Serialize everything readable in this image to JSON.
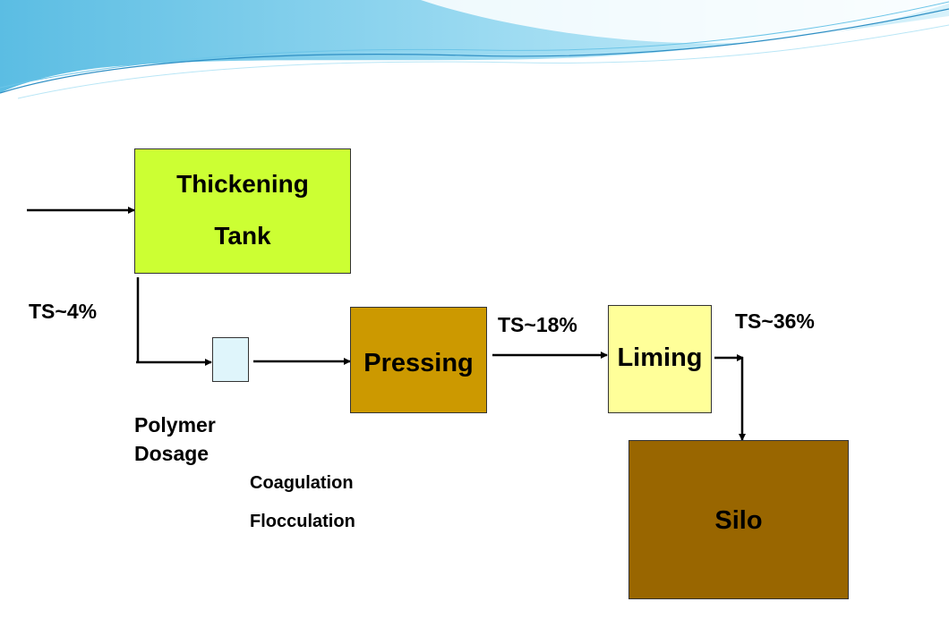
{
  "nodes": {
    "thickening_tank": {
      "line1": "Thickening",
      "line2": "Tank",
      "fill": "#ccff33"
    },
    "polymer_mixer": {
      "fill": "#dff5fb"
    },
    "pressing": {
      "label": "Pressing",
      "fill": "#cc9900"
    },
    "liming": {
      "label": "Liming",
      "fill": "#ffff99"
    },
    "silo": {
      "label": "Silo",
      "fill": "#996600"
    }
  },
  "labels": {
    "ts_inlet": "TS~4%",
    "ts_after_pressing": "TS~18%",
    "ts_after_liming": "TS~36%",
    "polymer_line1": "Polymer",
    "polymer_line2": "Dosage",
    "coagulation": "Coagulation",
    "flocculation": "Flocculation"
  },
  "colors": {
    "banner_dark": "#4aaed6",
    "banner_light": "#aee3f5",
    "banner_line": "#2f8fc4",
    "connector": "#000000"
  }
}
